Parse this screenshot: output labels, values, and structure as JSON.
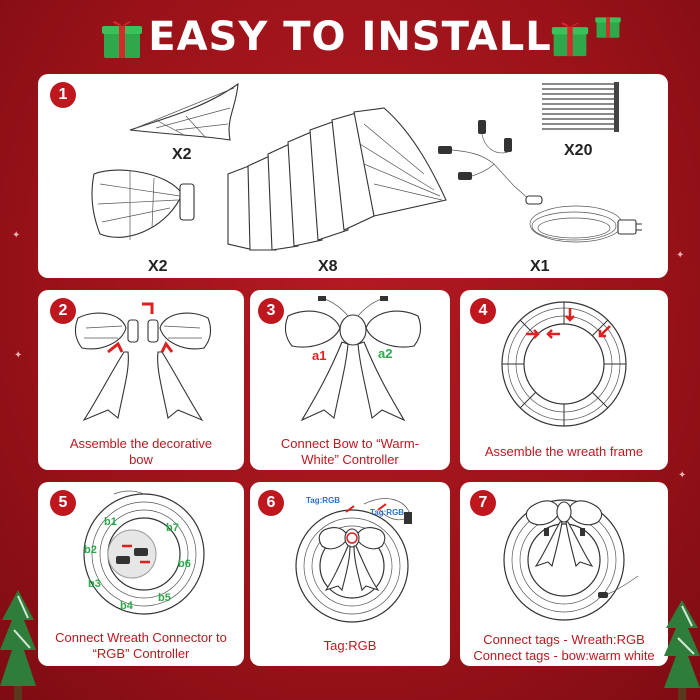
{
  "title": "EASY TO INSTALL",
  "step1": {
    "number": "1",
    "parts": [
      {
        "qty": "X2",
        "name": "bow-tail-part"
      },
      {
        "qty": "X2",
        "name": "bow-loop-part"
      },
      {
        "qty": "X8",
        "name": "wreath-frame-segment"
      },
      {
        "qty": "X20",
        "name": "zip-ties"
      },
      {
        "qty": "X1",
        "name": "controller-cable"
      }
    ]
  },
  "steps": [
    {
      "number": "2",
      "caption": "Assemble the decorative bow"
    },
    {
      "number": "3",
      "caption": "Connect Bow to “Warm-White” Controller",
      "labels": [
        "a1",
        "a2"
      ]
    },
    {
      "number": "4",
      "caption": "Assemble the wreath frame"
    },
    {
      "number": "5",
      "caption": "Connect Wreath Connector to “RGB” Controller",
      "labels": [
        "b1",
        "b2",
        "b3",
        "b4",
        "b5",
        "b6",
        "b7"
      ]
    },
    {
      "number": "6",
      "caption": "Tag:RGB",
      "labels": [
        "Tag:RGB",
        "Tag:RGB"
      ]
    },
    {
      "number": "7",
      "caption_lines": [
        "Connect tags - Wreath:RGB",
        "Connect tags - bow:warm white"
      ]
    }
  ],
  "colors": {
    "accent": "#c0171f",
    "background": "#9a1219",
    "label_green": "#2ea84a",
    "tag_blue": "#2b6fc9"
  }
}
